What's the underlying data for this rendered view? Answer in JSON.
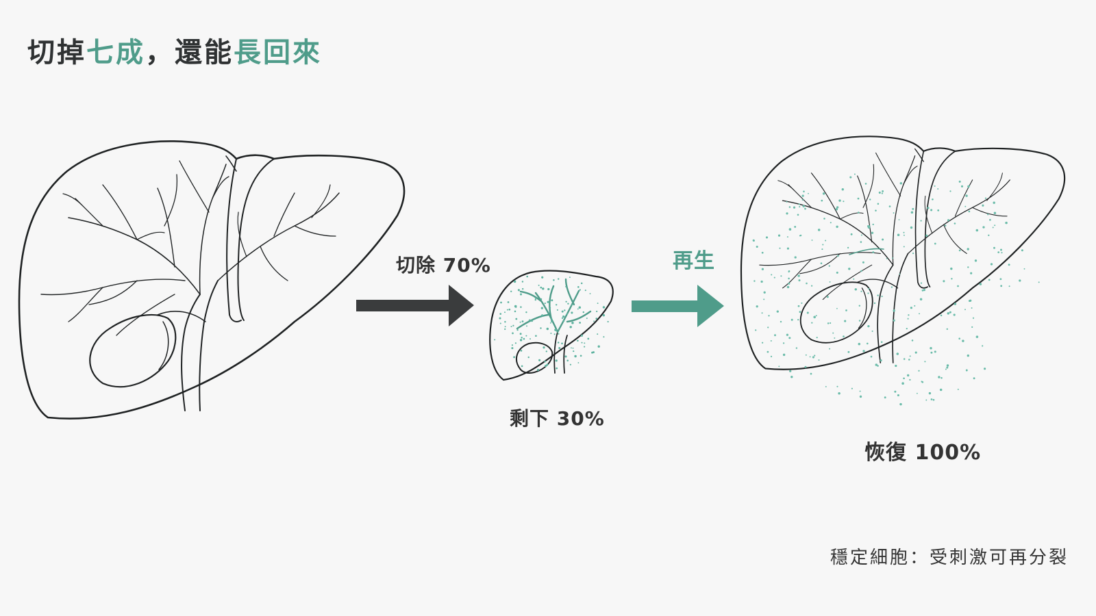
{
  "title": {
    "part1": "切掉",
    "part2": "七成",
    "part3": "，還能",
    "part4": "長回來"
  },
  "labels": {
    "cut": "切除 70%",
    "regenerate": "再生",
    "remaining": "剩下 30%",
    "restored": "恢復 100%"
  },
  "footer": "穩定細胞：受刺激可再分裂",
  "colors": {
    "accent": "#4f9c8a",
    "ink": "#2f3233",
    "arrow_dark": "#3a3c3d"
  },
  "icons": [
    "liver-illustration",
    "small-liver-illustration",
    "regenerated-liver-illustration",
    "arrow-right-icon"
  ]
}
